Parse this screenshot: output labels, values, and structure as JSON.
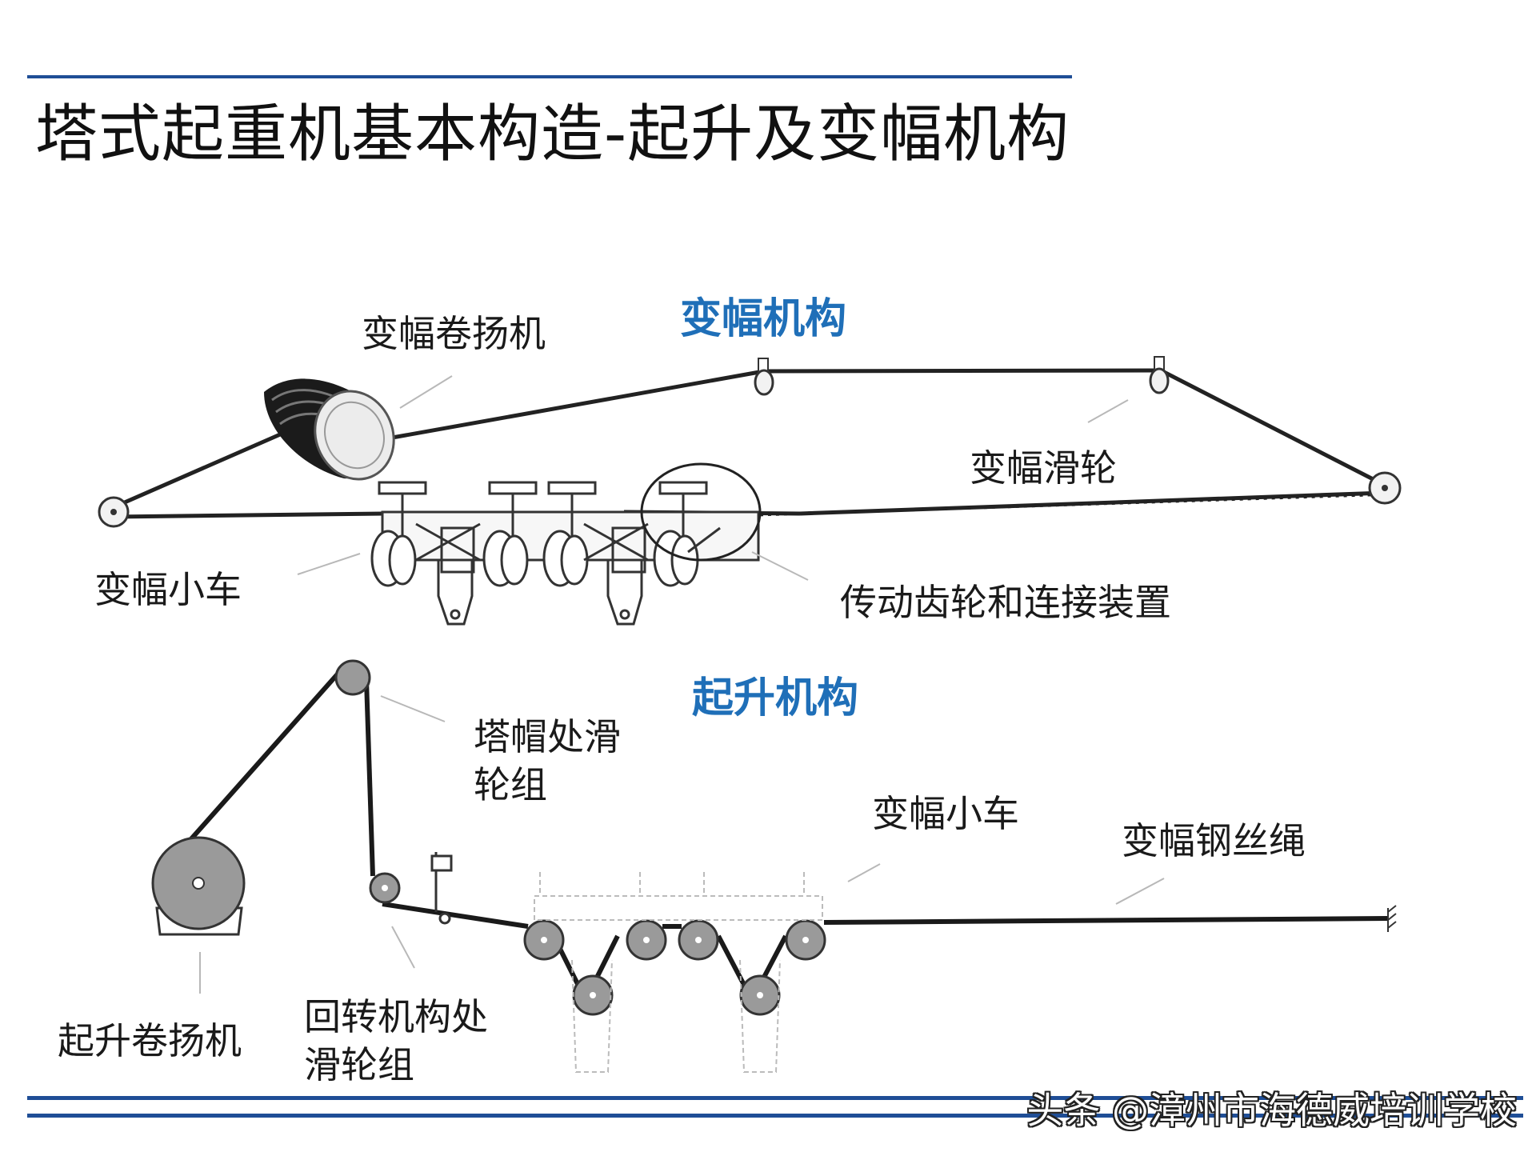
{
  "title": "塔式起重机基本构造-起升及变幅机构",
  "luffing": {
    "heading": "变幅机构",
    "labels": {
      "winch": "变幅卷扬机",
      "sheave": "变幅滑轮",
      "trolley": "变幅小车",
      "gear": "传动齿轮和连接装置"
    }
  },
  "hoisting": {
    "heading": "起升机构",
    "labels": {
      "top_sheave_line1": "塔帽处滑",
      "top_sheave_line2": "轮组",
      "trolley": "变幅小车",
      "rope": "变幅钢丝绳",
      "winch": "起升卷扬机",
      "slew_sheave_line1": "回转机构处",
      "slew_sheave_line2": "滑轮组"
    }
  },
  "watermark": "头条 @漳州市海德威培训学校",
  "colors": {
    "accent": "#1f6fb8",
    "rule": "#1f4e96",
    "pulley": "#9a9a9a"
  }
}
